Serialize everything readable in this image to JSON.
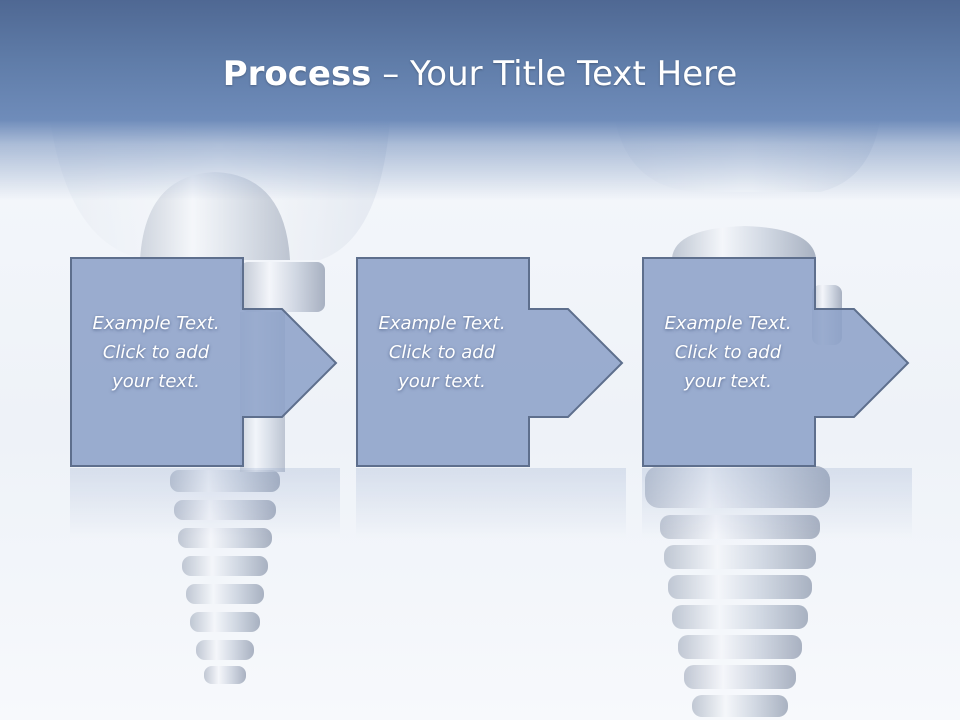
{
  "title": {
    "bold": "Process",
    "rest": " – Your Title Text Here"
  },
  "steps": [
    {
      "line1": "Example Text.",
      "line2": "Click  to add",
      "line3": "your text."
    },
    {
      "line1": "Example Text.",
      "line2": "Click  to add",
      "line3": "your text."
    },
    {
      "line1": "Example Text.",
      "line2": "Click  to add",
      "line3": "your text."
    }
  ],
  "colors": {
    "header": "#5f7ca8",
    "box_fill": "#8da2c8",
    "box_stroke": "#5e6f8d",
    "text": "#ffffff"
  }
}
